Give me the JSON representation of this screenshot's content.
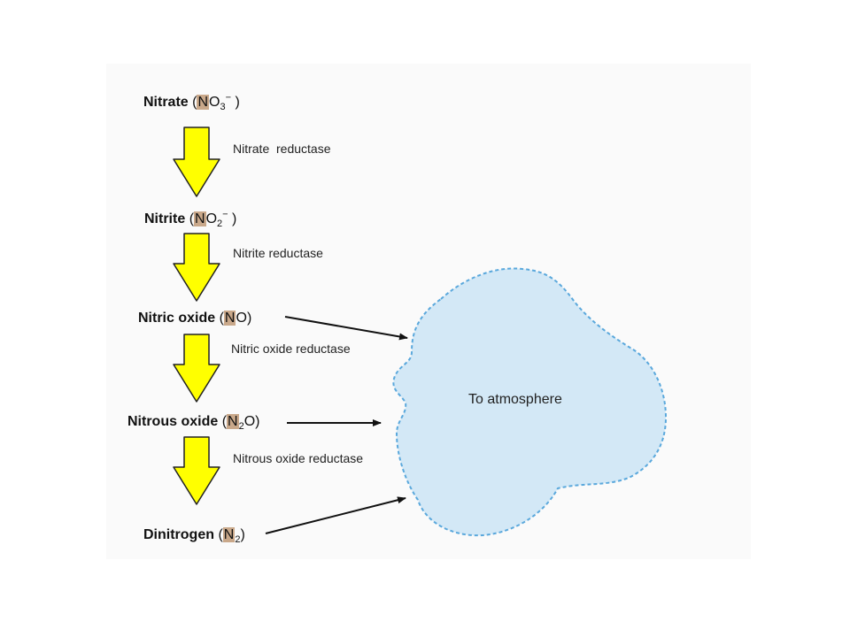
{
  "compounds": [
    {
      "name": "Nitrate",
      "open": "(",
      "hl": "N",
      "formula_rest": "O",
      "sub": "3",
      "sup": "−",
      "close": " )"
    },
    {
      "name": "Nitrite",
      "open": "(",
      "hl": "N",
      "formula_rest": "O",
      "sub": "2",
      "sup": "−",
      "close": " )"
    },
    {
      "name": "Nitric oxide",
      "open": "(",
      "hl": "N",
      "formula_rest": "O",
      "sub": "",
      "sup": "",
      "close": ")"
    },
    {
      "name": "Nitrous oxide",
      "open": "(",
      "hl": "N",
      "sub_after_hl": "2",
      "formula_rest": "O",
      "close": ")"
    },
    {
      "name": "Dinitrogen",
      "open": "(",
      "hl": "N",
      "sub_after_hl": "2",
      "close": ")"
    }
  ],
  "enzymes": [
    "Nitrate  reductase",
    "Nitrite reductase",
    "Nitric oxide reductase",
    "Nitrous oxide reductase"
  ],
  "cloud": {
    "label": "To atmosphere",
    "fill": "#d3e8f6",
    "border": "#5aa8dc"
  },
  "colors": {
    "arrow_fill": "#ffff00",
    "arrow_stroke": "#222222",
    "formula_highlight": "#c9a88a",
    "panel_background": "#fafafa"
  }
}
